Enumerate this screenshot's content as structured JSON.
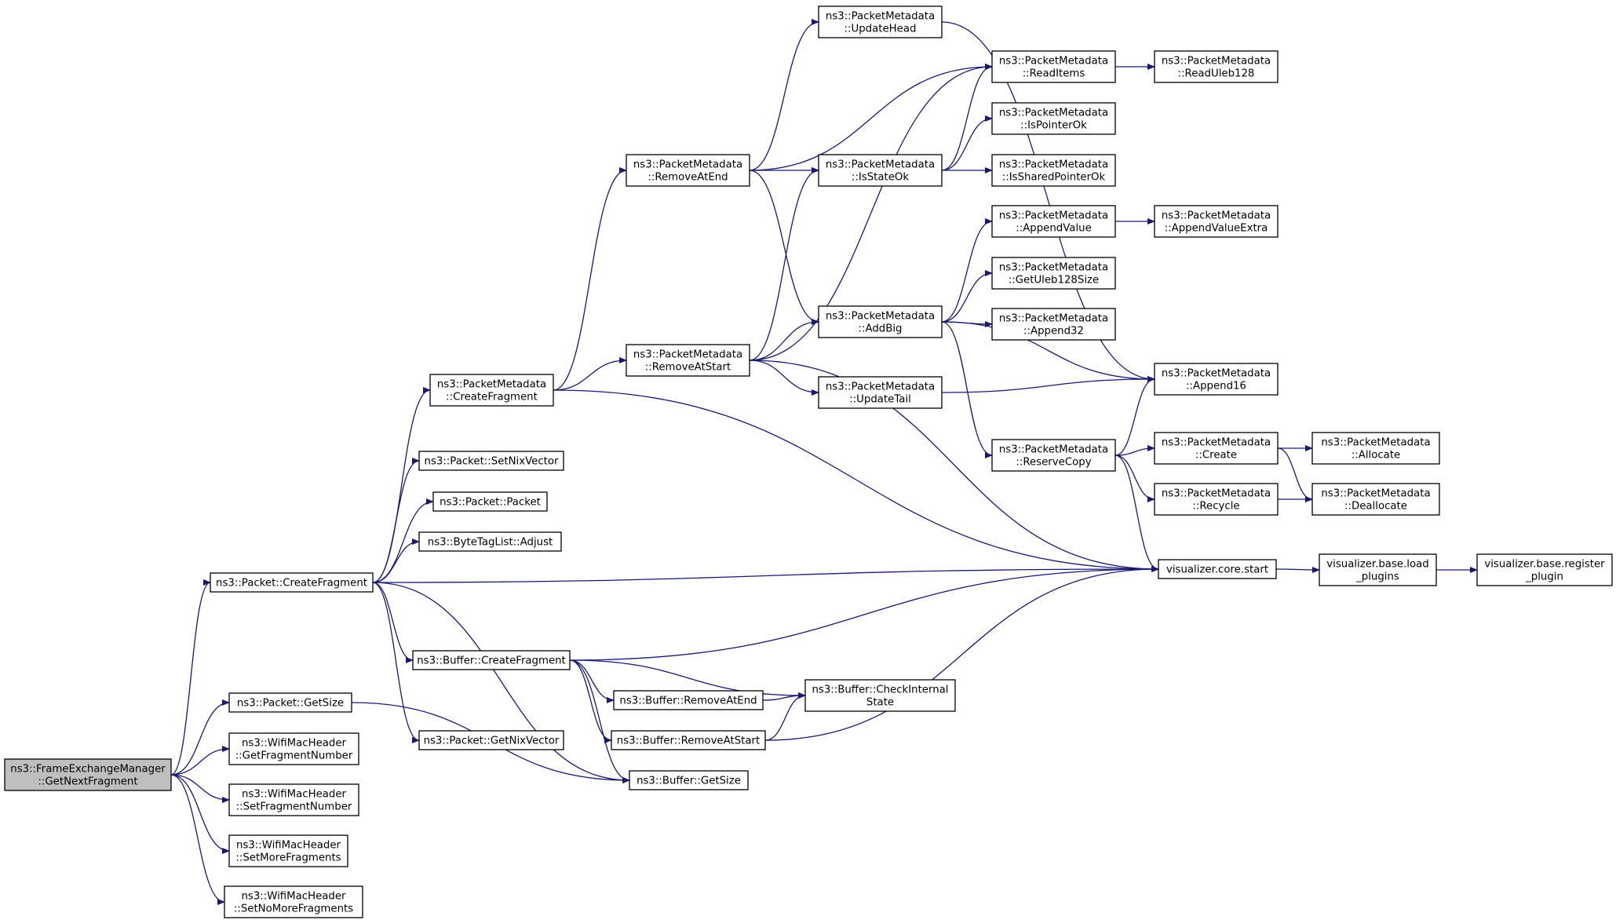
{
  "nodes": [
    {
      "id": "n0",
      "lines": [
        "ns3::FrameExchangeManager",
        "::GetNextFragment"
      ],
      "root": true
    },
    {
      "id": "n1",
      "lines": [
        "ns3::Packet::CreateFragment"
      ]
    },
    {
      "id": "n2",
      "lines": [
        "ns3::Packet::GetSize"
      ]
    },
    {
      "id": "n3",
      "lines": [
        "ns3::WifiMacHeader",
        "::GetFragmentNumber"
      ]
    },
    {
      "id": "n4",
      "lines": [
        "ns3::WifiMacHeader",
        "::SetFragmentNumber"
      ]
    },
    {
      "id": "n5",
      "lines": [
        "ns3::WifiMacHeader",
        "::SetMoreFragments"
      ]
    },
    {
      "id": "n6",
      "lines": [
        "ns3::WifiMacHeader",
        "::SetNoMoreFragments"
      ]
    },
    {
      "id": "n7",
      "lines": [
        "ns3::PacketMetadata",
        "::CreateFragment"
      ]
    },
    {
      "id": "n8",
      "lines": [
        "ns3::Packet::SetNixVector"
      ]
    },
    {
      "id": "n9",
      "lines": [
        "ns3::Packet::Packet"
      ]
    },
    {
      "id": "n10",
      "lines": [
        "ns3::ByteTagList::Adjust"
      ]
    },
    {
      "id": "n11",
      "lines": [
        "ns3::Buffer::CreateFragment"
      ]
    },
    {
      "id": "n12",
      "lines": [
        "ns3::Packet::GetNixVector"
      ]
    },
    {
      "id": "n13",
      "lines": [
        "ns3::Buffer::GetSize"
      ]
    },
    {
      "id": "n14",
      "lines": [
        "ns3::PacketMetadata",
        "::RemoveAtEnd"
      ]
    },
    {
      "id": "n15",
      "lines": [
        "ns3::PacketMetadata",
        "::RemoveAtStart"
      ]
    },
    {
      "id": "n16",
      "lines": [
        "ns3::Buffer::RemoveAtEnd"
      ]
    },
    {
      "id": "n17",
      "lines": [
        "ns3::Buffer::RemoveAtStart"
      ]
    },
    {
      "id": "n18",
      "lines": [
        "ns3::PacketMetadata",
        "::UpdateHead"
      ]
    },
    {
      "id": "n19",
      "lines": [
        "ns3::PacketMetadata",
        "::IsStateOk"
      ]
    },
    {
      "id": "n20",
      "lines": [
        "ns3::PacketMetadata",
        "::AddBig"
      ]
    },
    {
      "id": "n21",
      "lines": [
        "ns3::PacketMetadata",
        "::UpdateTail"
      ]
    },
    {
      "id": "n22",
      "lines": [
        "ns3::Buffer::CheckInternal",
        "State"
      ]
    },
    {
      "id": "n23",
      "lines": [
        "ns3::PacketMetadata",
        "::ReadItems"
      ]
    },
    {
      "id": "n24",
      "lines": [
        "ns3::PacketMetadata",
        "::IsPointerOk"
      ]
    },
    {
      "id": "n25",
      "lines": [
        "ns3::PacketMetadata",
        "::IsSharedPointerOk"
      ]
    },
    {
      "id": "n26",
      "lines": [
        "ns3::PacketMetadata",
        "::AppendValue"
      ]
    },
    {
      "id": "n27",
      "lines": [
        "ns3::PacketMetadata",
        "::GetUleb128Size"
      ]
    },
    {
      "id": "n28",
      "lines": [
        "ns3::PacketMetadata",
        "::Append32"
      ]
    },
    {
      "id": "n29",
      "lines": [
        "ns3::PacketMetadata",
        "::ReserveCopy"
      ]
    },
    {
      "id": "n30",
      "lines": [
        "visualizer.core.start"
      ]
    },
    {
      "id": "n31",
      "lines": [
        "ns3::PacketMetadata",
        "::ReadUleb128"
      ]
    },
    {
      "id": "n32",
      "lines": [
        "ns3::PacketMetadata",
        "::AppendValueExtra"
      ]
    },
    {
      "id": "n33",
      "lines": [
        "ns3::PacketMetadata",
        "::Append16"
      ]
    },
    {
      "id": "n34",
      "lines": [
        "ns3::PacketMetadata",
        "::Create"
      ]
    },
    {
      "id": "n35",
      "lines": [
        "ns3::PacketMetadata",
        "::Recycle"
      ]
    },
    {
      "id": "n36",
      "lines": [
        "visualizer.base.load",
        "_plugins"
      ]
    },
    {
      "id": "n37",
      "lines": [
        "ns3::PacketMetadata",
        "::Allocate"
      ]
    },
    {
      "id": "n38",
      "lines": [
        "ns3::PacketMetadata",
        "::Deallocate"
      ]
    },
    {
      "id": "n39",
      "lines": [
        "visualizer.base.register",
        "_plugin"
      ]
    }
  ],
  "edges": [
    [
      "n0",
      "n1"
    ],
    [
      "n0",
      "n2"
    ],
    [
      "n0",
      "n3"
    ],
    [
      "n0",
      "n4"
    ],
    [
      "n0",
      "n5"
    ],
    [
      "n0",
      "n6"
    ],
    [
      "n1",
      "n7"
    ],
    [
      "n1",
      "n8"
    ],
    [
      "n1",
      "n9"
    ],
    [
      "n1",
      "n10"
    ],
    [
      "n1",
      "n30"
    ],
    [
      "n1",
      "n11"
    ],
    [
      "n1",
      "n12"
    ],
    [
      "n1",
      "n13"
    ],
    [
      "n2",
      "n13"
    ],
    [
      "n7",
      "n14"
    ],
    [
      "n7",
      "n15"
    ],
    [
      "n7",
      "n30"
    ],
    [
      "n14",
      "n18"
    ],
    [
      "n14",
      "n23"
    ],
    [
      "n14",
      "n19"
    ],
    [
      "n14",
      "n20"
    ],
    [
      "n15",
      "n23"
    ],
    [
      "n15",
      "n19"
    ],
    [
      "n15",
      "n20"
    ],
    [
      "n15",
      "n21"
    ],
    [
      "n15",
      "n30"
    ],
    [
      "n18",
      "n33"
    ],
    [
      "n19",
      "n23"
    ],
    [
      "n19",
      "n24"
    ],
    [
      "n19",
      "n25"
    ],
    [
      "n20",
      "n26"
    ],
    [
      "n20",
      "n27"
    ],
    [
      "n20",
      "n28"
    ],
    [
      "n20",
      "n33"
    ],
    [
      "n20",
      "n29"
    ],
    [
      "n21",
      "n33"
    ],
    [
      "n23",
      "n31"
    ],
    [
      "n26",
      "n32"
    ],
    [
      "n29",
      "n33"
    ],
    [
      "n29",
      "n34"
    ],
    [
      "n29",
      "n35"
    ],
    [
      "n29",
      "n30"
    ],
    [
      "n34",
      "n37"
    ],
    [
      "n34",
      "n38"
    ],
    [
      "n35",
      "n38"
    ],
    [
      "n30",
      "n36"
    ],
    [
      "n36",
      "n39"
    ],
    [
      "n11",
      "n30"
    ],
    [
      "n11",
      "n22"
    ],
    [
      "n11",
      "n16"
    ],
    [
      "n11",
      "n17"
    ],
    [
      "n11",
      "n13"
    ],
    [
      "n16",
      "n22"
    ],
    [
      "n17",
      "n22"
    ],
    [
      "n17",
      "n30"
    ]
  ]
}
